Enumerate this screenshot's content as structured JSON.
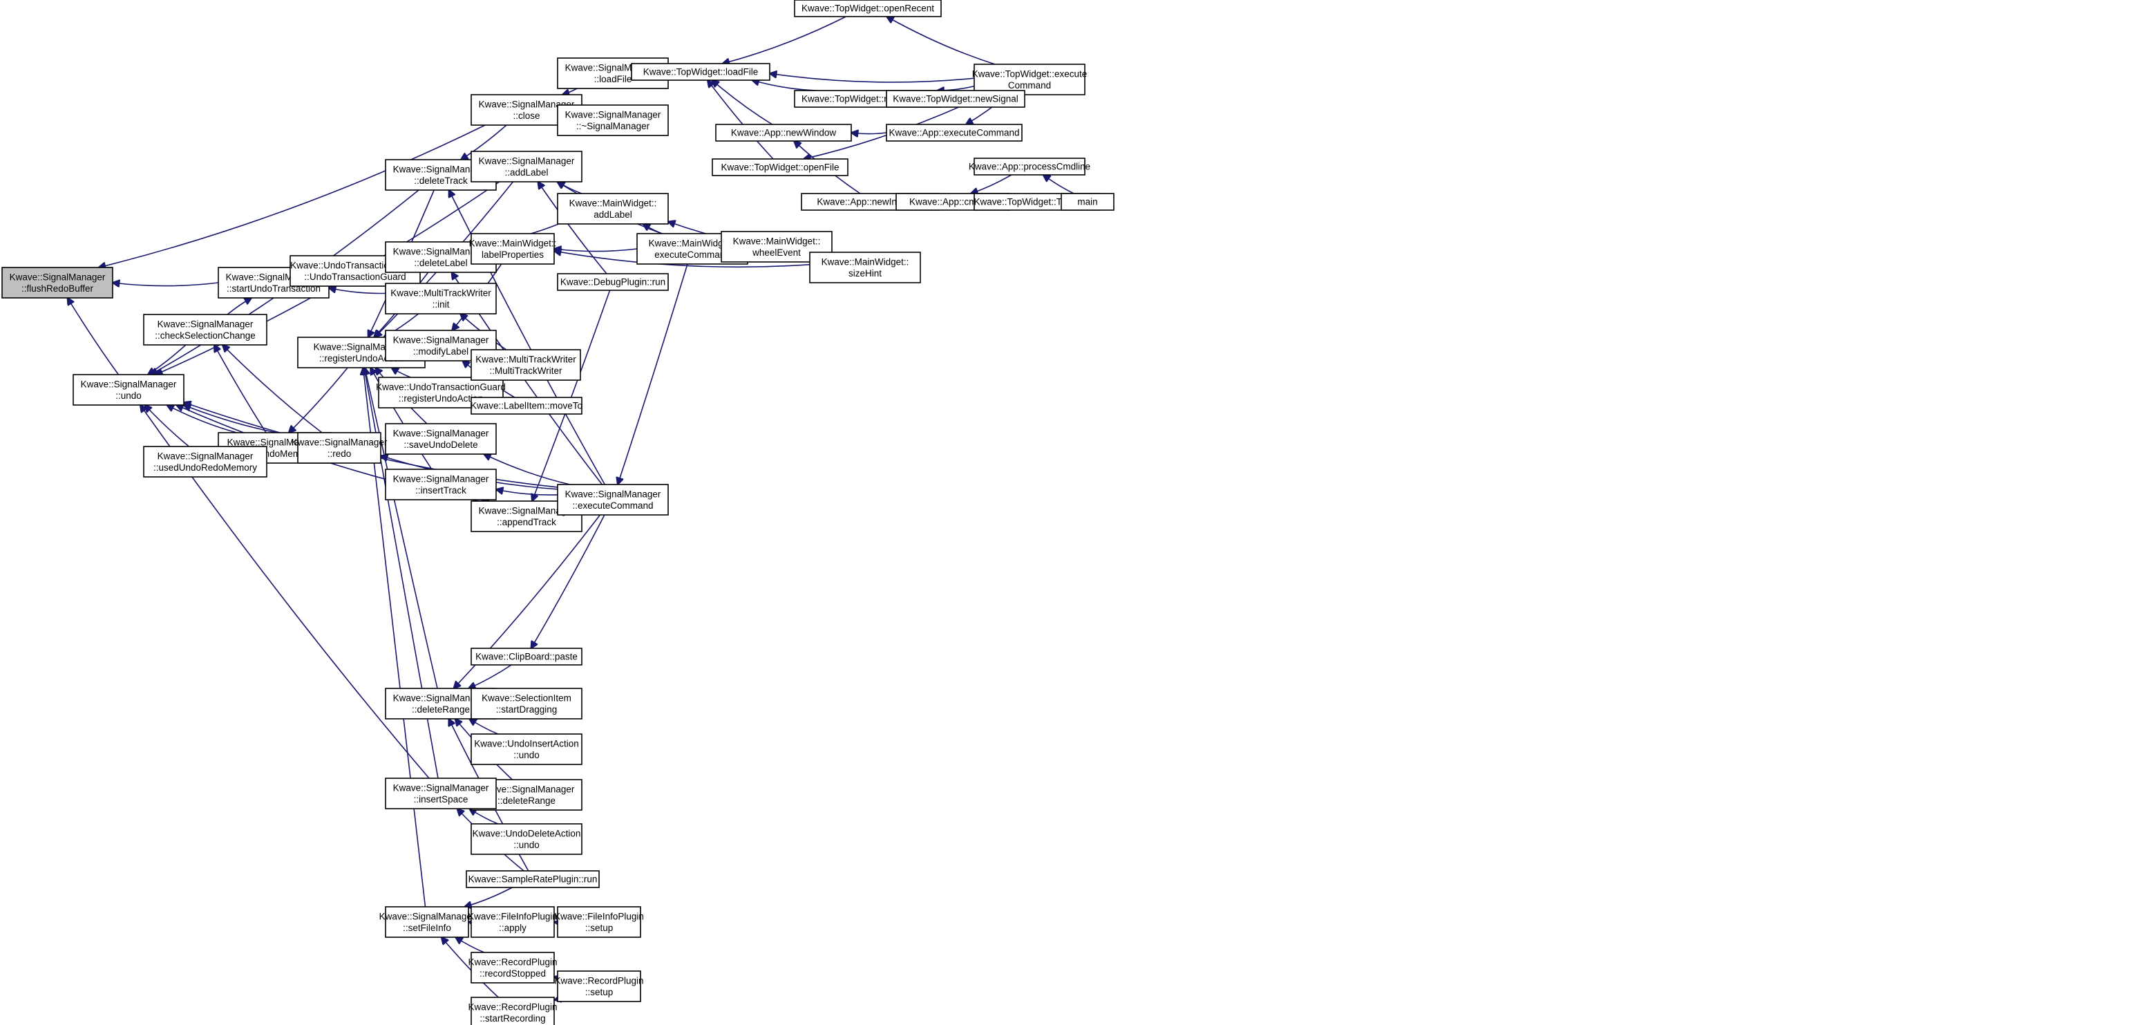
{
  "diagram": {
    "type": "call-graph",
    "root": "n0",
    "nodes": [
      {
        "id": "n0",
        "lines": [
          "Kwave::SignalManager",
          "::flushRedoBuffer"
        ]
      },
      {
        "id": "n1",
        "lines": [
          "Kwave::SignalManager",
          "::close"
        ]
      },
      {
        "id": "n2",
        "lines": [
          "Kwave::SignalManager",
          "::startUndoTransaction"
        ]
      },
      {
        "id": "n3",
        "lines": [
          "Kwave::SignalManager",
          "::undo"
        ]
      },
      {
        "id": "n4",
        "lines": [
          "Kwave::SignalManager",
          "::loadFile"
        ]
      },
      {
        "id": "n5",
        "lines": [
          "Kwave::SignalManager",
          "::~SignalManager"
        ]
      },
      {
        "id": "n6",
        "lines": [
          "Kwave::TopWidget::loadFile"
        ]
      },
      {
        "id": "n7",
        "lines": [
          "Kwave::TopWidget::openRecent"
        ]
      },
      {
        "id": "n8",
        "lines": [
          "Kwave::TopWidget::execute",
          "Command"
        ]
      },
      {
        "id": "n9",
        "lines": [
          "Kwave::TopWidget::newWindow"
        ]
      },
      {
        "id": "n10",
        "lines": [
          "Kwave::TopWidget::newSignal"
        ]
      },
      {
        "id": "n11",
        "lines": [
          "Kwave::App::newWindow"
        ]
      },
      {
        "id": "n12",
        "lines": [
          "Kwave::App::executeCommand"
        ]
      },
      {
        "id": "n13",
        "lines": [
          "Kwave::TopWidget::openFile"
        ]
      },
      {
        "id": "n14",
        "lines": [
          "Kwave::App::newInstance"
        ]
      },
      {
        "id": "n15",
        "lines": [
          "Kwave::App::cmdline"
        ]
      },
      {
        "id": "n16",
        "lines": [
          "Kwave::App::processCmdline"
        ]
      },
      {
        "id": "n17",
        "lines": [
          "Kwave::TopWidget::TopWidget"
        ]
      },
      {
        "id": "n18",
        "lines": [
          "main"
        ]
      },
      {
        "id": "n19",
        "lines": [
          "Kwave::UndoTransactionGuard",
          "::UndoTransactionGuard"
        ]
      },
      {
        "id": "n20",
        "lines": [
          "Kwave::MultiTrackWriter",
          "::init"
        ]
      },
      {
        "id": "n21",
        "lines": [
          "Kwave::SignalManager",
          "::checkSelectionChange"
        ]
      },
      {
        "id": "n22",
        "lines": [
          "Kwave::SignalManager",
          "::registerUndoAction"
        ]
      },
      {
        "id": "n23",
        "lines": [
          "Kwave::SignalManager",
          "::deleteTrack"
        ]
      },
      {
        "id": "n24",
        "lines": [
          "Kwave::SignalManager",
          "::addLabel"
        ]
      },
      {
        "id": "n25",
        "lines": [
          "Kwave::SignalManager",
          "::deleteLabel"
        ]
      },
      {
        "id": "n26",
        "lines": [
          "Kwave::SignalManager",
          "::modifyLabel"
        ]
      },
      {
        "id": "n27",
        "lines": [
          "Kwave::UndoTransactionGuard",
          "::registerUndoAction"
        ]
      },
      {
        "id": "n28",
        "lines": [
          "Kwave::SignalManager",
          "::saveUndoDelete"
        ]
      },
      {
        "id": "n29",
        "lines": [
          "Kwave::SignalManager",
          "::insertTrack"
        ]
      },
      {
        "id": "n30",
        "lines": [
          "Kwave::SignalManager",
          "::freeUndoMemory"
        ]
      },
      {
        "id": "n31",
        "lines": [
          "Kwave::SignalManager",
          "::redo"
        ]
      },
      {
        "id": "n32",
        "lines": [
          "Kwave::SignalManager",
          "::usedUndoRedoMemory"
        ]
      },
      {
        "id": "n33",
        "lines": [
          "Kwave::MainWidget::",
          "addLabel"
        ]
      },
      {
        "id": "n34",
        "lines": [
          "Kwave::MainWidget::",
          "labelProperties"
        ]
      },
      {
        "id": "n35",
        "lines": [
          "Kwave::DebugPlugin::run"
        ]
      },
      {
        "id": "n36",
        "lines": [
          "Kwave::MultiTrackWriter",
          "::MultiTrackWriter"
        ]
      },
      {
        "id": "n37",
        "lines": [
          "Kwave::LabelItem::moveTo"
        ]
      },
      {
        "id": "n38",
        "lines": [
          "Kwave::SignalManager",
          "::appendTrack"
        ]
      },
      {
        "id": "n39",
        "lines": [
          "Kwave::SignalManager",
          "::executeCommand"
        ]
      },
      {
        "id": "n40",
        "lines": [
          "Kwave::MainWidget::",
          "executeCommand"
        ]
      },
      {
        "id": "n41",
        "lines": [
          "Kwave::MainWidget::",
          "wheelEvent"
        ]
      },
      {
        "id": "n42",
        "lines": [
          "Kwave::MainWidget::",
          "sizeHint"
        ]
      },
      {
        "id": "n43",
        "lines": [
          "Kwave::ClipBoard::paste"
        ]
      },
      {
        "id": "n44",
        "lines": [
          "Kwave::SignalManager",
          "::deleteRange"
        ]
      },
      {
        "id": "n45",
        "lines": [
          "Kwave::SelectionItem",
          "::startDragging"
        ]
      },
      {
        "id": "n46",
        "lines": [
          "Kwave::UndoInsertAction",
          "::undo"
        ]
      },
      {
        "id": "n47",
        "lines": [
          "Kwave::SignalManager",
          "::deleteRange"
        ]
      },
      {
        "id": "n48",
        "lines": [
          "Kwave::SignalManager",
          "::insertSpace"
        ]
      },
      {
        "id": "n49",
        "lines": [
          "Kwave::UndoDeleteAction",
          "::undo"
        ]
      },
      {
        "id": "n50",
        "lines": [
          "Kwave::SampleRatePlugin::run"
        ]
      },
      {
        "id": "n51",
        "lines": [
          "Kwave::SignalManager",
          "::setFileInfo"
        ]
      },
      {
        "id": "n52",
        "lines": [
          "Kwave::FileInfoPlugin",
          "::apply"
        ]
      },
      {
        "id": "n53",
        "lines": [
          "Kwave::FileInfoPlugin",
          "::setup"
        ]
      },
      {
        "id": "n54",
        "lines": [
          "Kwave::RecordPlugin",
          "::recordStopped"
        ]
      },
      {
        "id": "n55",
        "lines": [
          "Kwave::RecordPlugin",
          "::setup"
        ]
      },
      {
        "id": "n56",
        "lines": [
          "Kwave::RecordPlugin",
          "::startRecording"
        ]
      }
    ],
    "edges": [
      [
        "n0",
        "n1"
      ],
      [
        "n0",
        "n2"
      ],
      [
        "n0",
        "n3"
      ],
      [
        "n1",
        "n4"
      ],
      [
        "n1",
        "n5"
      ],
      [
        "n4",
        "n6"
      ],
      [
        "n6",
        "n7"
      ],
      [
        "n6",
        "n8"
      ],
      [
        "n6",
        "n9"
      ],
      [
        "n6",
        "n11"
      ],
      [
        "n6",
        "n13"
      ],
      [
        "n7",
        "n8"
      ],
      [
        "n9",
        "n10"
      ],
      [
        "n9",
        "n8"
      ],
      [
        "n10",
        "n8"
      ],
      [
        "n11",
        "n12"
      ],
      [
        "n11",
        "n14"
      ],
      [
        "n12",
        "n8"
      ],
      [
        "n13",
        "n8"
      ],
      [
        "n14",
        "n15"
      ],
      [
        "n14",
        "n18"
      ],
      [
        "n15",
        "n16"
      ],
      [
        "n15",
        "n17"
      ],
      [
        "n16",
        "n18"
      ],
      [
        "n2",
        "n19"
      ],
      [
        "n2",
        "n20"
      ],
      [
        "n2",
        "n21"
      ],
      [
        "n2",
        "n25"
      ],
      [
        "n3",
        "n21"
      ],
      [
        "n3",
        "n23"
      ],
      [
        "n3",
        "n24"
      ],
      [
        "n3",
        "n30"
      ],
      [
        "n3",
        "n31"
      ],
      [
        "n3",
        "n32"
      ],
      [
        "n3",
        "n38"
      ],
      [
        "n3",
        "n39"
      ],
      [
        "n3",
        "n48"
      ],
      [
        "n21",
        "n31"
      ],
      [
        "n21",
        "n30"
      ],
      [
        "n30",
        "n22"
      ],
      [
        "n30",
        "n31"
      ],
      [
        "n32",
        "n30"
      ],
      [
        "n32",
        "n31"
      ],
      [
        "n31",
        "n30"
      ],
      [
        "n31",
        "n39"
      ],
      [
        "n22",
        "n20"
      ],
      [
        "n22",
        "n23"
      ],
      [
        "n22",
        "n24"
      ],
      [
        "n22",
        "n25"
      ],
      [
        "n22",
        "n26"
      ],
      [
        "n22",
        "n27"
      ],
      [
        "n22",
        "n28"
      ],
      [
        "n22",
        "n29"
      ],
      [
        "n22",
        "n44"
      ],
      [
        "n22",
        "n48"
      ],
      [
        "n22",
        "n51"
      ],
      [
        "n23",
        "n1"
      ],
      [
        "n23",
        "n39"
      ],
      [
        "n24",
        "n33"
      ],
      [
        "n24",
        "n40"
      ],
      [
        "n24",
        "n35"
      ],
      [
        "n25",
        "n33"
      ],
      [
        "n25",
        "n34"
      ],
      [
        "n25",
        "n39"
      ],
      [
        "n26",
        "n34"
      ],
      [
        "n26",
        "n37"
      ],
      [
        "n20",
        "n36"
      ],
      [
        "n27",
        "n37"
      ],
      [
        "n28",
        "n39"
      ],
      [
        "n29",
        "n38"
      ],
      [
        "n29",
        "n39"
      ],
      [
        "n33",
        "n40"
      ],
      [
        "n33",
        "n42"
      ],
      [
        "n34",
        "n40"
      ],
      [
        "n34",
        "n42"
      ],
      [
        "n38",
        "n39"
      ],
      [
        "n38",
        "n35"
      ],
      [
        "n39",
        "n40"
      ],
      [
        "n40",
        "n41"
      ],
      [
        "n40",
        "n42"
      ],
      [
        "n41",
        "n42"
      ],
      [
        "n44",
        "n39"
      ],
      [
        "n44",
        "n43"
      ],
      [
        "n44",
        "n45"
      ],
      [
        "n44",
        "n46"
      ],
      [
        "n44",
        "n47"
      ],
      [
        "n44",
        "n50"
      ],
      [
        "n43",
        "n39"
      ],
      [
        "n48",
        "n49"
      ],
      [
        "n48",
        "n50"
      ],
      [
        "n51",
        "n50"
      ],
      [
        "n51",
        "n52"
      ],
      [
        "n51",
        "n54"
      ],
      [
        "n51",
        "n56"
      ],
      [
        "n52",
        "n53"
      ],
      [
        "n54",
        "n55"
      ],
      [
        "n56",
        "n55"
      ]
    ]
  }
}
